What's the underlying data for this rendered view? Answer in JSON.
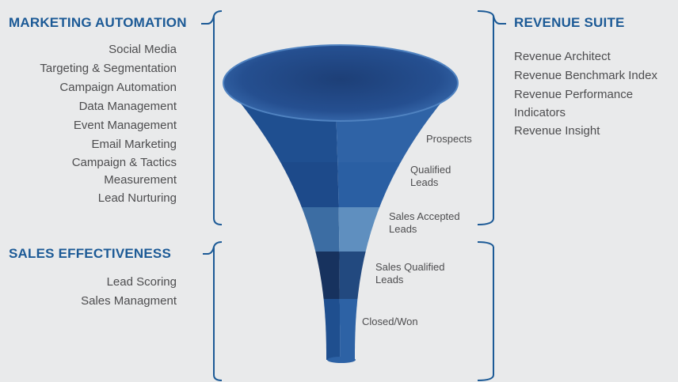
{
  "colors": {
    "heading": "#1c5a96",
    "text": "#4d4d4f",
    "bracket": "#1c5a96",
    "background": "#e9eaeb"
  },
  "left": {
    "marketing": {
      "title": "MARKETING AUTOMATION",
      "items": [
        "Social Media",
        "Targeting & Segmentation",
        "Campaign Automation",
        "Data Management",
        "Event Management",
        "Email Marketing",
        "Campaign & Tactics\nMeasurement",
        "Lead Nurturing"
      ]
    },
    "sales": {
      "title": "SALES EFFECTIVENESS",
      "items": [
        "Lead Scoring",
        "Sales Managment"
      ]
    }
  },
  "right": {
    "revenue": {
      "title": "REVENUE SUITE",
      "items": [
        "Revenue Architect",
        "Revenue Benchmark Index",
        "Revenue Performance\nIndicators",
        "Revenue Insight"
      ]
    }
  },
  "funnel": {
    "stages": [
      {
        "label": "Prospects",
        "light": "#2f63a6",
        "dark": "#1f4f90"
      },
      {
        "label": "Qualified\nLeads",
        "light": "#2a5fa3",
        "dark": "#1d4a8a"
      },
      {
        "label": "Sales Accepted\nLeads",
        "light": "#5f8fbf",
        "dark": "#3c6da3"
      },
      {
        "label": "Sales Qualified\nLeads",
        "light": "#22497f",
        "dark": "#17325e"
      },
      {
        "label": "Closed/Won",
        "light": "#2d62a5",
        "dark": "#1f4f8f"
      }
    ]
  }
}
